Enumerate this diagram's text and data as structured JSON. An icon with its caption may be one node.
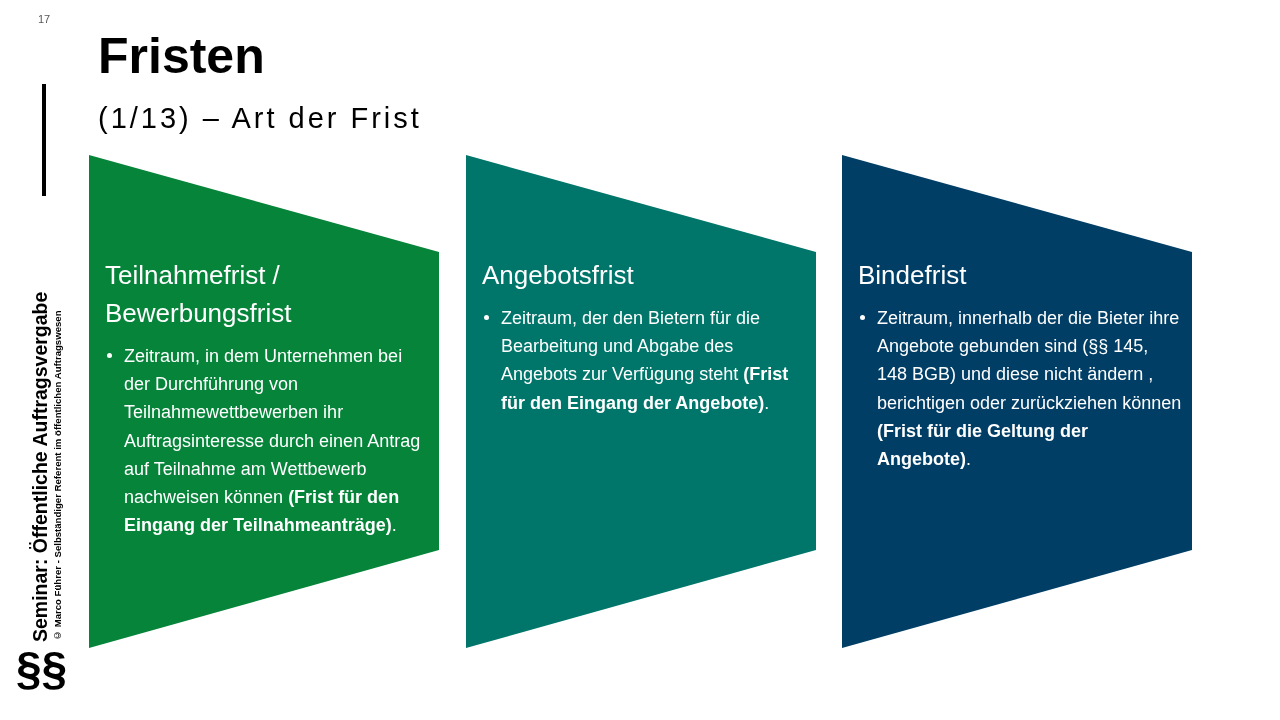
{
  "diagram": {
    "title": "Fristen",
    "nodes": [
      {
        "text": [
          "Teilnahmefrist / Bewerbungsfrist",
          "Zeitraum, in dem Unternehmen bei der Durchführung von Teilnahmewettbewerben ihr Auftragsinteresse durch einen Antrag auf Teilnahme am Wettbewerb nachweisen können **(Frist für den Eingang der Teilnahmeanträge)**."
        ]
      },
      {
        "text": [
          "Angebotsfrist",
          "Zeitraum, der den Bietern für die Bearbeitung und Abgabe des Angebots zur Verfügung steht **(Frist für den Eingang der Angebote)**."
        ]
      },
      {
        "text": [
          "Bindefrist",
          "Zeitraum, innerhalb der die Bieter ihre Angebote gebunden sind (§§ 145, 148 BGB) und diese nicht ändern , berichtigen oder zurückziehen können **(Frist für die Geltung der Angebote)**."
        ]
      }
    ],
    "labels": [
      "17",
      "(1/13) – Art der Frist",
      "Seminar: Öffentliche Auftragsvergabe",
      "© Marco Führer - Selbständiger Referent im öffentlichen Auftragswesen",
      "§§"
    ]
  }
}
